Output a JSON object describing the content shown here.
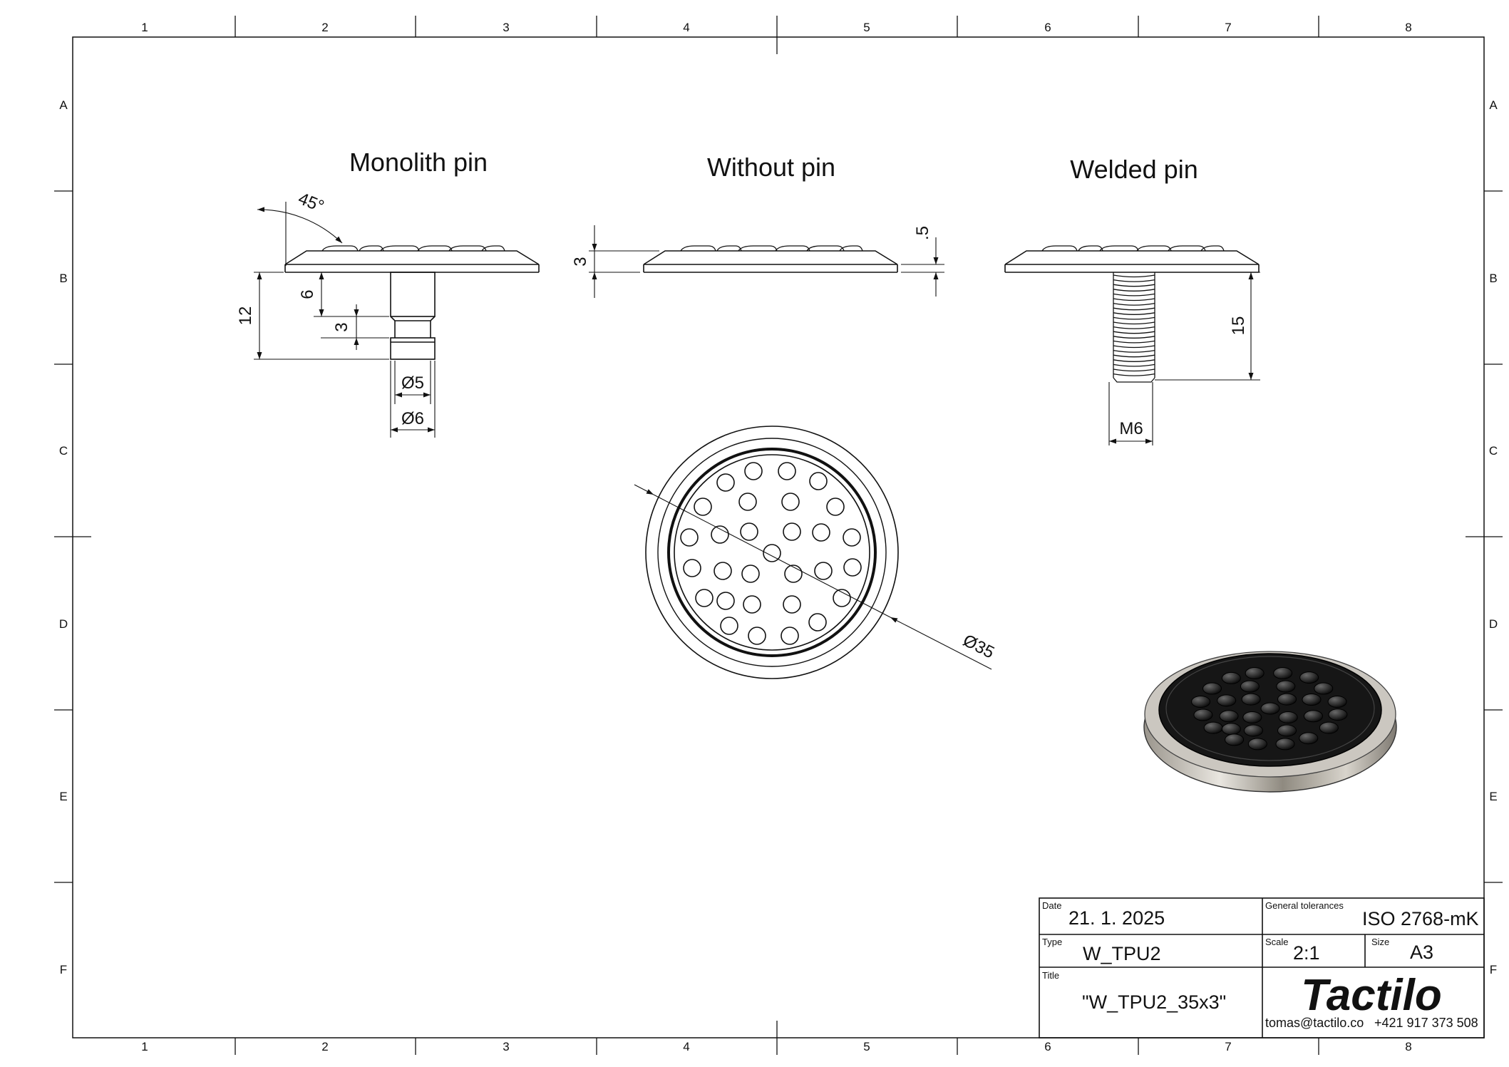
{
  "zones": {
    "columns": [
      "1",
      "2",
      "3",
      "4",
      "5",
      "6",
      "7",
      "8"
    ],
    "rows": [
      "A",
      "B",
      "C",
      "D",
      "E",
      "F"
    ]
  },
  "views": {
    "monolith": "Monolith pin",
    "without": "Without pin",
    "welded": "Welded pin"
  },
  "dimensions": {
    "angle": "45°",
    "pin_total": "12",
    "pin_upper": "6",
    "pin_groove": "3",
    "dia_inner": "Ø5",
    "dia_outer": "Ø6",
    "height": "3",
    "rim": ".5",
    "thread_len": "15",
    "thread": "M6",
    "diameter": "Ø35"
  },
  "title_block": {
    "date_label": "Date",
    "date": "21. 1. 2025",
    "tol_label": "General tolerances",
    "tolerance": "ISO 2768-mK",
    "type_label": "Type",
    "type": "W_TPU2",
    "scale_label": "Scale",
    "scale": "2:1",
    "size_label": "Size",
    "size": "A3",
    "title_label": "Title",
    "title": "\"W_TPU2_35x3\"",
    "brand": "Tactilo",
    "email": "tomas@tactilo.co",
    "phone": "+421 917 373 508"
  },
  "colors": {
    "line": "#111111",
    "stud_dark": "#1e1e1e",
    "metal": "#b7b2aa"
  }
}
